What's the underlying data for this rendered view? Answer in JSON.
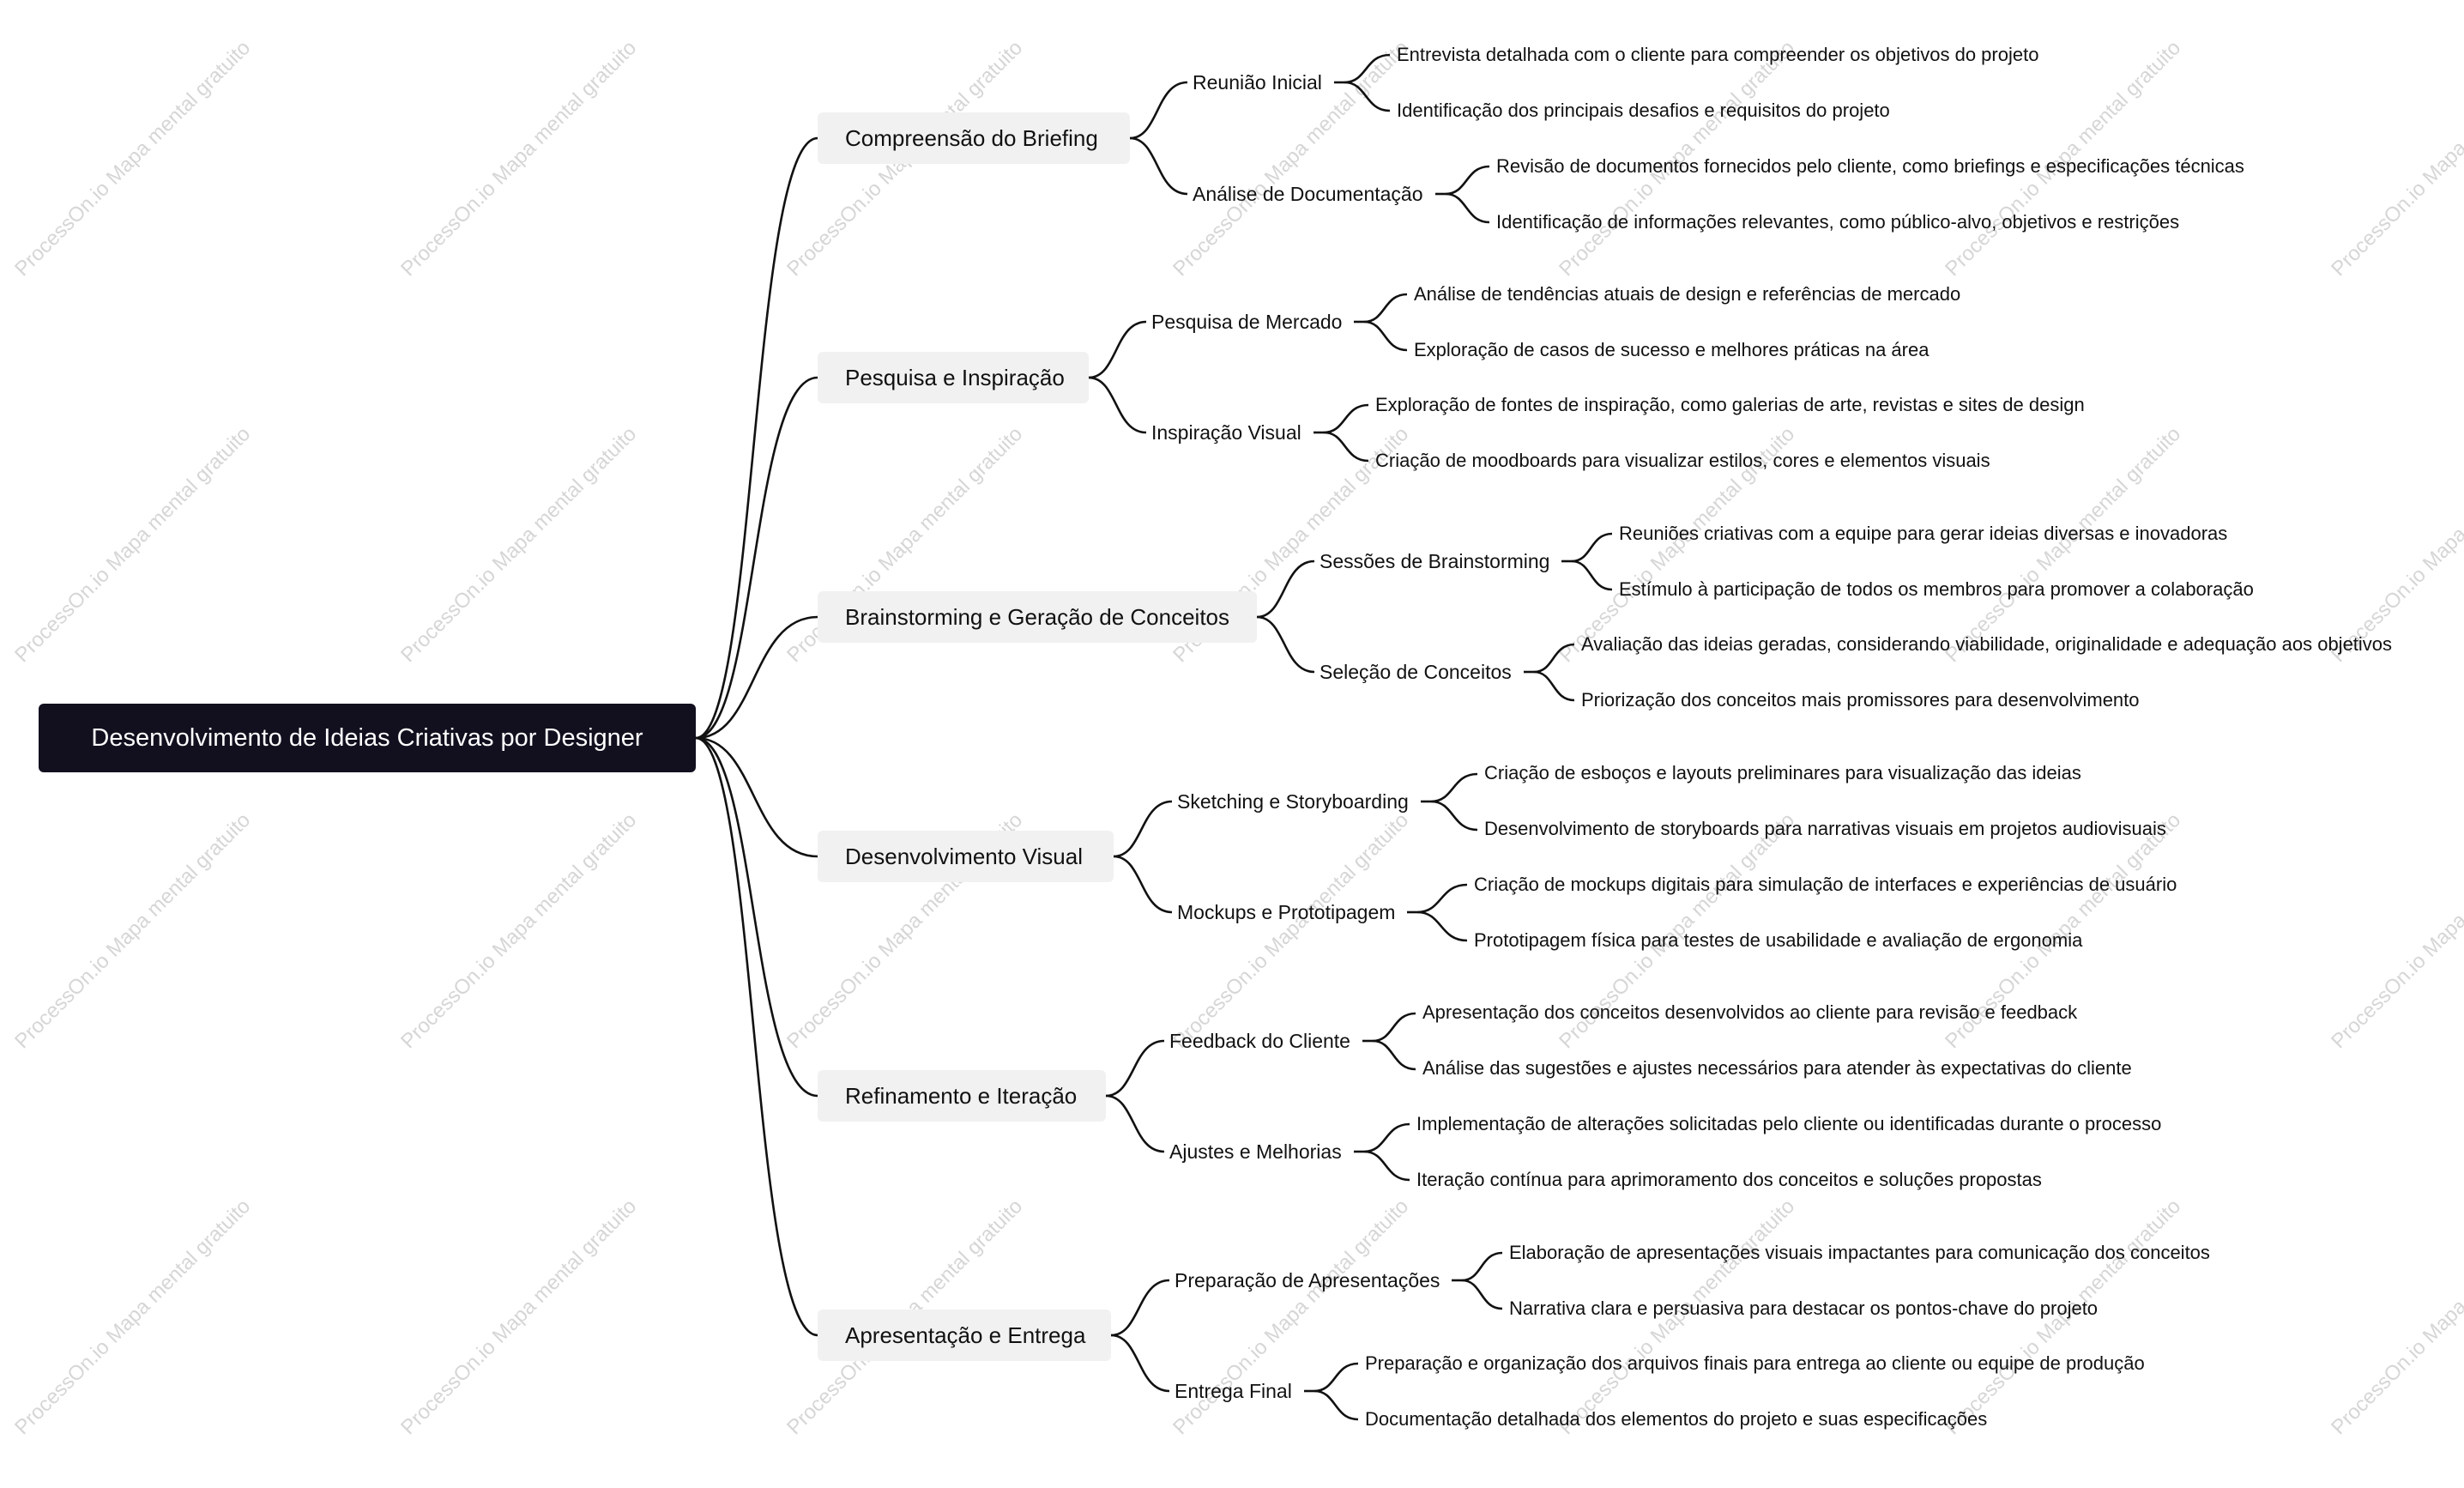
{
  "root": "Desenvolvimento de Ideias Criativas por Designer",
  "watermark_text": "ProcessOn.io Mapa mental gratuito",
  "colors": {
    "root_bg": "#12101f",
    "branch_bg": "#f1f1f1",
    "line": "#111111",
    "watermark": "#d6d6d6"
  },
  "branches": [
    {
      "label": "Compreensão do Briefing",
      "children": [
        {
          "label": "Reunião Inicial",
          "leaves": [
            "Entrevista detalhada com o cliente para compreender os objetivos do projeto",
            "Identificação dos principais desafios e requisitos do projeto"
          ]
        },
        {
          "label": "Análise de Documentação",
          "leaves": [
            "Revisão de documentos fornecidos pelo cliente, como briefings e especificações técnicas",
            "Identificação de informações relevantes, como público-alvo, objetivos e restrições"
          ]
        }
      ]
    },
    {
      "label": "Pesquisa e Inspiração",
      "children": [
        {
          "label": "Pesquisa de Mercado",
          "leaves": [
            "Análise de tendências atuais de design e referências de mercado",
            "Exploração de casos de sucesso e melhores práticas na área"
          ]
        },
        {
          "label": "Inspiração Visual",
          "leaves": [
            "Exploração de fontes de inspiração, como galerias de arte, revistas e sites de design",
            "Criação de moodboards para visualizar estilos, cores e elementos visuais"
          ]
        }
      ]
    },
    {
      "label": "Brainstorming e Geração de Conceitos",
      "children": [
        {
          "label": "Sessões de Brainstorming",
          "leaves": [
            "Reuniões criativas com a equipe para gerar ideias diversas e inovadoras",
            "Estímulo à participação de todos os membros para promover a colaboração"
          ]
        },
        {
          "label": "Seleção de Conceitos",
          "leaves": [
            "Avaliação das ideias geradas, considerando viabilidade, originalidade e adequação aos objetivos",
            "Priorização dos conceitos mais promissores para desenvolvimento"
          ]
        }
      ]
    },
    {
      "label": "Desenvolvimento Visual",
      "children": [
        {
          "label": "Sketching e Storyboarding",
          "leaves": [
            "Criação de esboços e layouts preliminares para visualização das ideias",
            "Desenvolvimento de storyboards para narrativas visuais em projetos audiovisuais"
          ]
        },
        {
          "label": "Mockups e Prototipagem",
          "leaves": [
            "Criação de mockups digitais para simulação de interfaces e experiências de usuário",
            "Prototipagem física para testes de usabilidade e avaliação de ergonomia"
          ]
        }
      ]
    },
    {
      "label": "Refinamento e Iteração",
      "children": [
        {
          "label": "Feedback do Cliente",
          "leaves": [
            "Apresentação dos conceitos desenvolvidos ao cliente para revisão e feedback",
            "Análise das sugestões e ajustes necessários para atender às expectativas do cliente"
          ]
        },
        {
          "label": "Ajustes e Melhorias",
          "leaves": [
            "Implementação de alterações solicitadas pelo cliente ou identificadas durante o processo",
            "Iteração contínua para aprimoramento dos conceitos e soluções propostas"
          ]
        }
      ]
    },
    {
      "label": "Apresentação e Entrega",
      "children": [
        {
          "label": "Preparação de Apresentações",
          "leaves": [
            "Elaboração de apresentações visuais impactantes para comunicação dos conceitos",
            "Narrativa clara e persuasiva para destacar os pontos-chave do projeto"
          ]
        },
        {
          "label": "Entrega Final",
          "leaves": [
            "Preparação e organização dos arquivos finais para entrega ao cliente ou equipe de produção",
            "Documentação detalhada dos elementos do projeto e suas especificações"
          ]
        }
      ]
    }
  ]
}
